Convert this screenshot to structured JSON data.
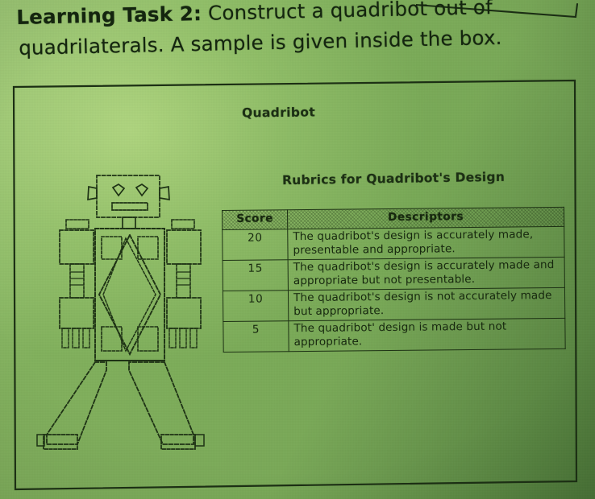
{
  "page": {
    "background_light": "#b0d680",
    "background_mid": "#7fae5c",
    "background_dark": "#3f6d33",
    "ink_color": "#1b2e14"
  },
  "instruction": {
    "lead_label": "Learning Task 2:",
    "line1_rest": " Construct a quadribot out of",
    "line2": "quadrilaterals. A sample is given inside the box."
  },
  "box": {
    "quadribot_title": "Quadribot",
    "rubrics_title": "Rubrics for Quadribot's Design"
  },
  "rubric_table": {
    "headers": [
      "Score",
      "Descriptors"
    ],
    "rows": [
      {
        "score": "20",
        "descriptor": "The quadribot's design is accurately made, presentable and appropriate."
      },
      {
        "score": "15",
        "descriptor": "The quadribot's design is accurately made and appropriate but not presentable."
      },
      {
        "score": "10",
        "descriptor": "The quadribot's design is not accurately made but appropriate."
      },
      {
        "score": "5",
        "descriptor": "The quadribot' design is made but not appropriate."
      }
    ]
  },
  "robot": {
    "description": "Line drawing of a robot constructed entirely from quadrilaterals: dashed rectangular head with two kite-shaped eyes and a rectangular mouth, square ear tabs, rectangular torso containing a large rhombus and four dashed corner squares, two segmented arms with three fingers each, and two trapezoid legs ending in rectangular feet.",
    "parts": [
      "head",
      "left-ear",
      "right-ear",
      "left-eye",
      "right-eye",
      "mouth",
      "neck",
      "torso",
      "torso-rhombus",
      "torso-square-top-left",
      "torso-square-top-right",
      "torso-square-bottom-left",
      "torso-square-bottom-right",
      "left-shoulder-pad",
      "left-upper-arm",
      "left-elbow-joint",
      "left-forearm",
      "left-fingers",
      "right-shoulder-pad",
      "right-upper-arm",
      "right-elbow-joint",
      "right-forearm",
      "right-fingers",
      "hip",
      "left-leg",
      "right-leg",
      "left-foot",
      "right-foot"
    ]
  }
}
